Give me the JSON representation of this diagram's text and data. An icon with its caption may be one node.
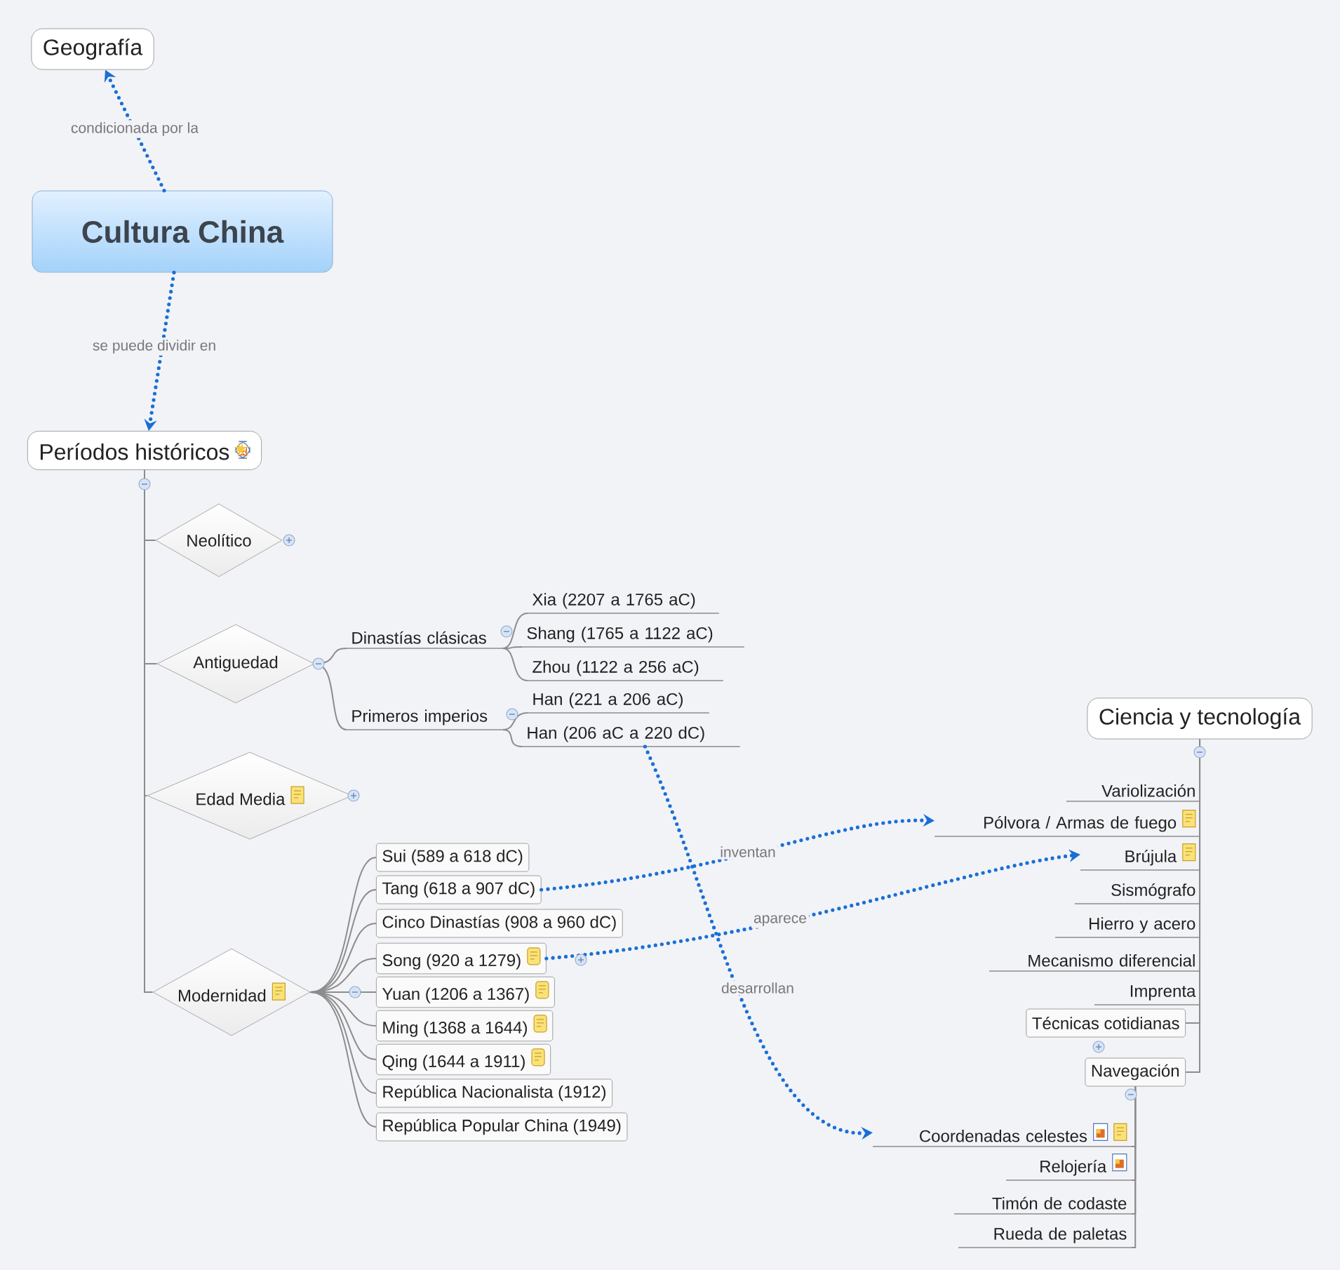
{
  "diagram": {
    "nodes": [
      {
        "text": [
          "Geografía"
        ]
      },
      {
        "text": [
          "Cultura China"
        ]
      },
      {
        "text": [
          "Períodos históricos"
        ]
      },
      {
        "text": [
          "Neolítico"
        ]
      },
      {
        "text": [
          "Antiguedad"
        ]
      },
      {
        "text": [
          "Dinastías clásicas"
        ]
      },
      {
        "text": [
          "Xia (2207 a 1765 aC)"
        ]
      },
      {
        "text": [
          "Shang (1765 a 1122 aC)"
        ]
      },
      {
        "text": [
          "Zhou (1122 a 256 aC)"
        ]
      },
      {
        "text": [
          "Primeros imperios"
        ]
      },
      {
        "text": [
          "Han (221 a 206 aC)"
        ]
      },
      {
        "text": [
          "Han (206 aC a 220 dC)"
        ]
      },
      {
        "text": [
          "Edad Media"
        ]
      },
      {
        "text": [
          "Modernidad"
        ]
      },
      {
        "text": [
          "Sui (589 a 618 dC)"
        ]
      },
      {
        "text": [
          "Tang (618 a 907 dC)"
        ]
      },
      {
        "text": [
          "Cinco Dinastías (908 a 960 dC)"
        ]
      },
      {
        "text": [
          "Song (920 a 1279)"
        ]
      },
      {
        "text": [
          "Yuan (1206 a 1367)"
        ]
      },
      {
        "text": [
          "Ming (1368 a 1644)"
        ]
      },
      {
        "text": [
          "Qing (1644 a 1911)"
        ]
      },
      {
        "text": [
          "República Nacionalista (1912)"
        ]
      },
      {
        "text": [
          "República Popular China (1949)"
        ]
      },
      {
        "text": [
          "Ciencia y tecnología"
        ]
      },
      {
        "text": [
          "Variolización"
        ]
      },
      {
        "text": [
          "Pólvora / Armas de fuego"
        ]
      },
      {
        "text": [
          "Brújula"
        ]
      },
      {
        "text": [
          "Sismógrafo"
        ]
      },
      {
        "text": [
          "Hierro y acero"
        ]
      },
      {
        "text": [
          "Mecanismo diferencial"
        ]
      },
      {
        "text": [
          "Imprenta"
        ]
      },
      {
        "text": [
          "Técnicas cotidianas"
        ]
      },
      {
        "text": [
          "Navegación"
        ]
      },
      {
        "text": [
          "Coordenadas celestes"
        ]
      },
      {
        "text": [
          "Relojería"
        ]
      },
      {
        "text": [
          "Timón de codaste"
        ]
      },
      {
        "text": [
          "Rueda de paletas"
        ]
      }
    ],
    "edges": [
      {
        "from": 1,
        "to": 0,
        "arrow": "to",
        "label": "condicionada por la",
        "style": "dashed",
        "color": "#1a6fd6"
      },
      {
        "from": 1,
        "to": 2,
        "arrow": "to",
        "label": "se puede dividir en",
        "style": "dashed",
        "color": "#1a6fd6"
      },
      {
        "from": 2,
        "to": 3,
        "arrow": "none"
      },
      {
        "from": 2,
        "to": 4,
        "arrow": "none"
      },
      {
        "from": 2,
        "to": 12,
        "arrow": "none"
      },
      {
        "from": 2,
        "to": 13,
        "arrow": "none"
      },
      {
        "from": 4,
        "to": 5,
        "arrow": "none"
      },
      {
        "from": 4,
        "to": 9,
        "arrow": "none"
      },
      {
        "from": 5,
        "to": 6,
        "arrow": "none"
      },
      {
        "from": 5,
        "to": 7,
        "arrow": "none"
      },
      {
        "from": 5,
        "to": 8,
        "arrow": "none"
      },
      {
        "from": 9,
        "to": 10,
        "arrow": "none"
      },
      {
        "from": 9,
        "to": 11,
        "arrow": "none"
      },
      {
        "from": 13,
        "to": 14,
        "arrow": "none"
      },
      {
        "from": 13,
        "to": 15,
        "arrow": "none"
      },
      {
        "from": 13,
        "to": 16,
        "arrow": "none"
      },
      {
        "from": 13,
        "to": 17,
        "arrow": "none"
      },
      {
        "from": 13,
        "to": 18,
        "arrow": "none"
      },
      {
        "from": 13,
        "to": 19,
        "arrow": "none"
      },
      {
        "from": 13,
        "to": 20,
        "arrow": "none"
      },
      {
        "from": 13,
        "to": 21,
        "arrow": "none"
      },
      {
        "from": 13,
        "to": 22,
        "arrow": "none"
      },
      {
        "from": 23,
        "to": 24,
        "arrow": "none"
      },
      {
        "from": 23,
        "to": 25,
        "arrow": "none"
      },
      {
        "from": 23,
        "to": 26,
        "arrow": "none"
      },
      {
        "from": 23,
        "to": 27,
        "arrow": "none"
      },
      {
        "from": 23,
        "to": 28,
        "arrow": "none"
      },
      {
        "from": 23,
        "to": 29,
        "arrow": "none"
      },
      {
        "from": 23,
        "to": 30,
        "arrow": "none"
      },
      {
        "from": 23,
        "to": 31,
        "arrow": "none"
      },
      {
        "from": 23,
        "to": 32,
        "arrow": "none"
      },
      {
        "from": 32,
        "to": 33,
        "arrow": "none"
      },
      {
        "from": 32,
        "to": 34,
        "arrow": "none"
      },
      {
        "from": 32,
        "to": 35,
        "arrow": "none"
      },
      {
        "from": 32,
        "to": 36,
        "arrow": "none"
      },
      {
        "from": 15,
        "to": 25,
        "arrow": "to",
        "label": "inventan",
        "style": "dashed",
        "color": "#1a6fd6"
      },
      {
        "from": 17,
        "to": 26,
        "arrow": "to",
        "label": "aparece",
        "style": "dashed",
        "color": "#1a6fd6"
      },
      {
        "from": 11,
        "to": 33,
        "arrow": "to",
        "label": "desarrollan",
        "style": "dashed",
        "color": "#1a6fd6"
      }
    ]
  }
}
